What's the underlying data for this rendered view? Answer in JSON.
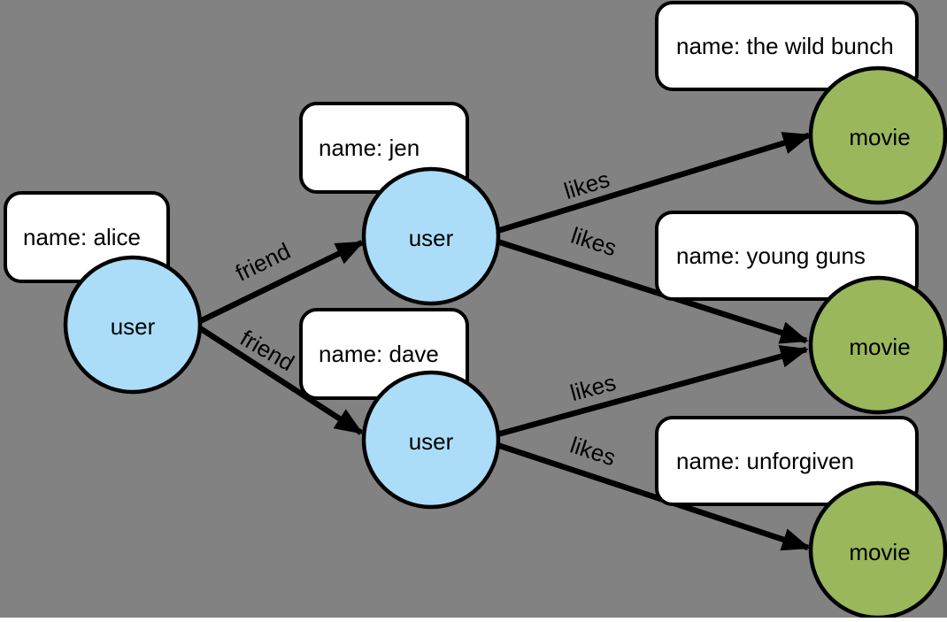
{
  "diagram": {
    "type": "property-graph",
    "background_color": "#828282",
    "colors": {
      "user_node": "#abddf8",
      "movie_node": "#9ab75c",
      "edge": "#000000",
      "property_box_fill": "#ffffff",
      "border": "#000000",
      "text": "#000000"
    },
    "nodes": [
      {
        "id": "user-alice",
        "label": "user",
        "type": "user",
        "property": "name: alice"
      },
      {
        "id": "user-jen",
        "label": "user",
        "type": "user",
        "property": "name: jen"
      },
      {
        "id": "user-dave",
        "label": "user",
        "type": "user",
        "property": "name: dave"
      },
      {
        "id": "movie-wild-bunch",
        "label": "movie",
        "type": "movie",
        "property": "name: the wild bunch"
      },
      {
        "id": "movie-young-guns",
        "label": "movie",
        "type": "movie",
        "property": "name: young guns"
      },
      {
        "id": "movie-unforgiven",
        "label": "movie",
        "type": "movie",
        "property": "name: unforgiven"
      }
    ],
    "edges": [
      {
        "from": "user-alice",
        "to": "user-jen",
        "label": "friend"
      },
      {
        "from": "user-alice",
        "to": "user-dave",
        "label": "friend"
      },
      {
        "from": "user-jen",
        "to": "movie-wild-bunch",
        "label": "likes"
      },
      {
        "from": "user-jen",
        "to": "movie-young-guns",
        "label": "likes"
      },
      {
        "from": "user-dave",
        "to": "movie-young-guns",
        "label": "likes"
      },
      {
        "from": "user-dave",
        "to": "movie-unforgiven",
        "label": "likes"
      }
    ]
  }
}
